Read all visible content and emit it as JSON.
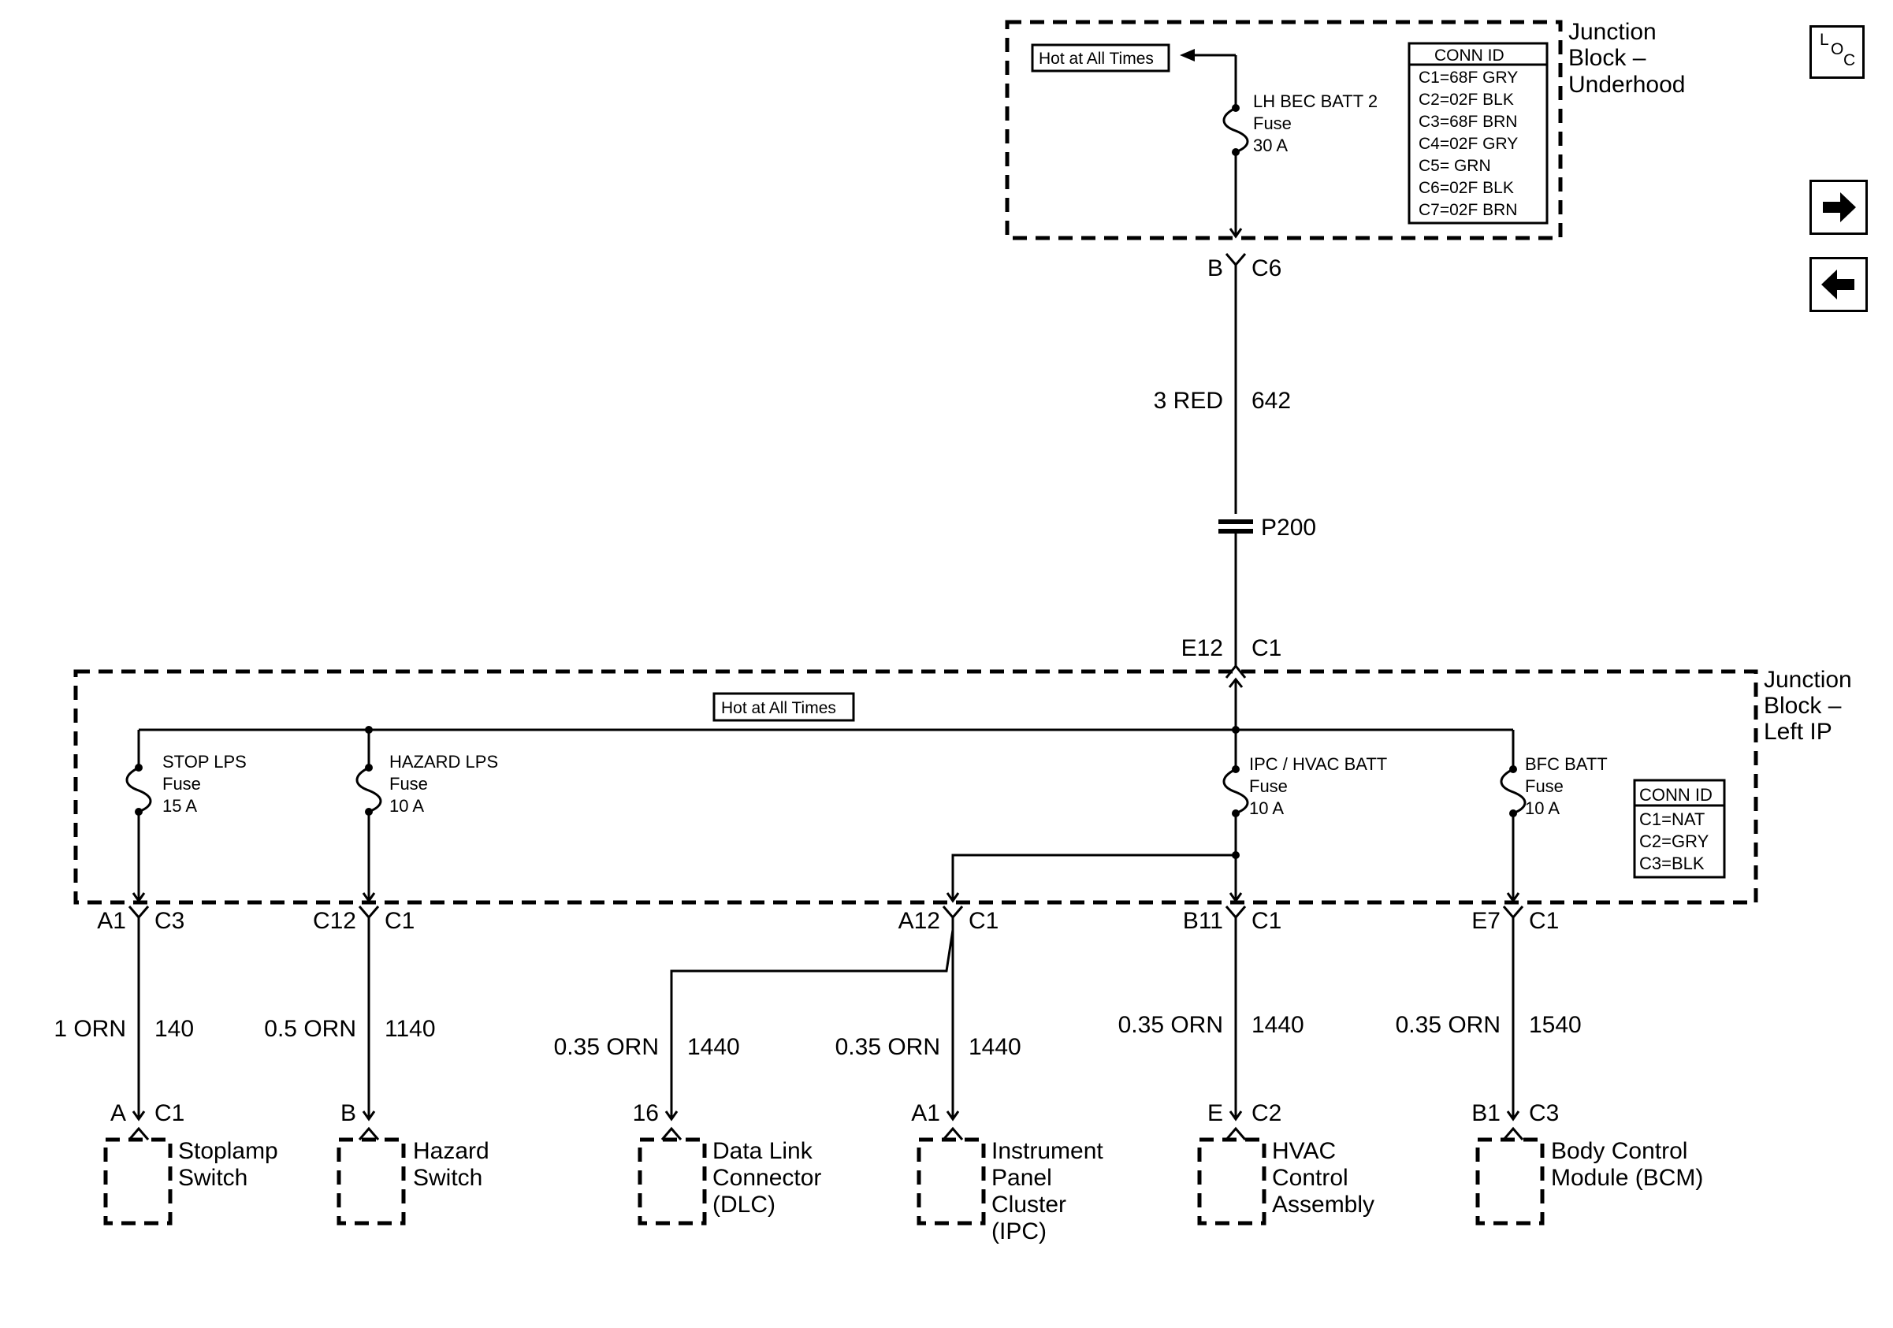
{
  "junction_underhood": {
    "title_lines": [
      "Junction",
      "Block –",
      "Underhood"
    ],
    "hot_label": "Hot at All Times",
    "fuse_lines": [
      "LH BEC BATT 2",
      "Fuse",
      "30 A"
    ],
    "conn_title": "CONN ID",
    "conn_rows": [
      "C1=68F GRY",
      "C2=02F BLK",
      "C3=68F BRN",
      "C4=02F GRY",
      "C5=  GRN",
      "C6=02F BLK",
      "C7=02F BRN"
    ]
  },
  "feed": {
    "out_pin": "B",
    "out_conn": "C6",
    "wire_gauge": "3 RED",
    "wire_circuit": "642",
    "splice": "P200",
    "in_pin": "E12",
    "in_conn": "C1"
  },
  "junction_left_ip": {
    "title_lines": [
      "Junction",
      "Block –",
      "Left IP"
    ],
    "hot_label": "Hot at All Times",
    "conn_title": "CONN ID",
    "conn_rows": [
      "C1=NAT",
      "C2=GRY",
      "C3=BLK"
    ],
    "fuses": [
      {
        "lines": [
          "STOP LPS",
          "Fuse",
          "15 A"
        ]
      },
      {
        "lines": [
          "HAZARD LPS",
          "Fuse",
          "10 A"
        ]
      },
      {
        "lines": [
          "IPC / HVAC BATT",
          "Fuse",
          "10 A"
        ]
      },
      {
        "lines": [
          "BFC BATT",
          "Fuse",
          "10 A"
        ]
      }
    ]
  },
  "branches": [
    {
      "out_pin": "A1",
      "out_conn": "C3",
      "gauge": "1 ORN",
      "circuit": "140",
      "dev_pin": "A",
      "dev_conn": "C1",
      "device": [
        "Stoplamp",
        "Switch"
      ]
    },
    {
      "out_pin": "C12",
      "out_conn": "C1",
      "gauge": "0.5 ORN",
      "circuit": "1140",
      "dev_pin": "B",
      "dev_conn": "",
      "device": [
        "Hazard",
        "Switch"
      ]
    },
    {
      "out_pin": "",
      "out_conn": "",
      "gauge": "0.35 ORN",
      "circuit": "1440",
      "dev_pin": "16",
      "dev_conn": "",
      "device": [
        "Data Link",
        "Connector",
        "(DLC)"
      ]
    },
    {
      "out_pin": "A12",
      "out_conn": "C1",
      "gauge": "0.35 ORN",
      "circuit": "1440",
      "dev_pin": "A1",
      "dev_conn": "",
      "device": [
        "Instrument",
        "Panel",
        "Cluster",
        "(IPC)"
      ]
    },
    {
      "out_pin": "B11",
      "out_conn": "C1",
      "gauge": "0.35 ORN",
      "circuit": "1440",
      "dev_pin": "E",
      "dev_conn": "C2",
      "device": [
        "HVAC",
        "Control",
        "Assembly"
      ]
    },
    {
      "out_pin": "E7",
      "out_conn": "C1",
      "gauge": "0.35 ORN",
      "circuit": "1540",
      "dev_pin": "B1",
      "dev_conn": "C3",
      "device": [
        "Body Control",
        "Module (BCM)"
      ]
    }
  ],
  "nav": {
    "loc_glyph_l": "L",
    "loc_glyph_o": "O",
    "loc_glyph_c": "C",
    "next_icon": "arrow-right-icon",
    "prev_icon": "arrow-left-icon"
  }
}
